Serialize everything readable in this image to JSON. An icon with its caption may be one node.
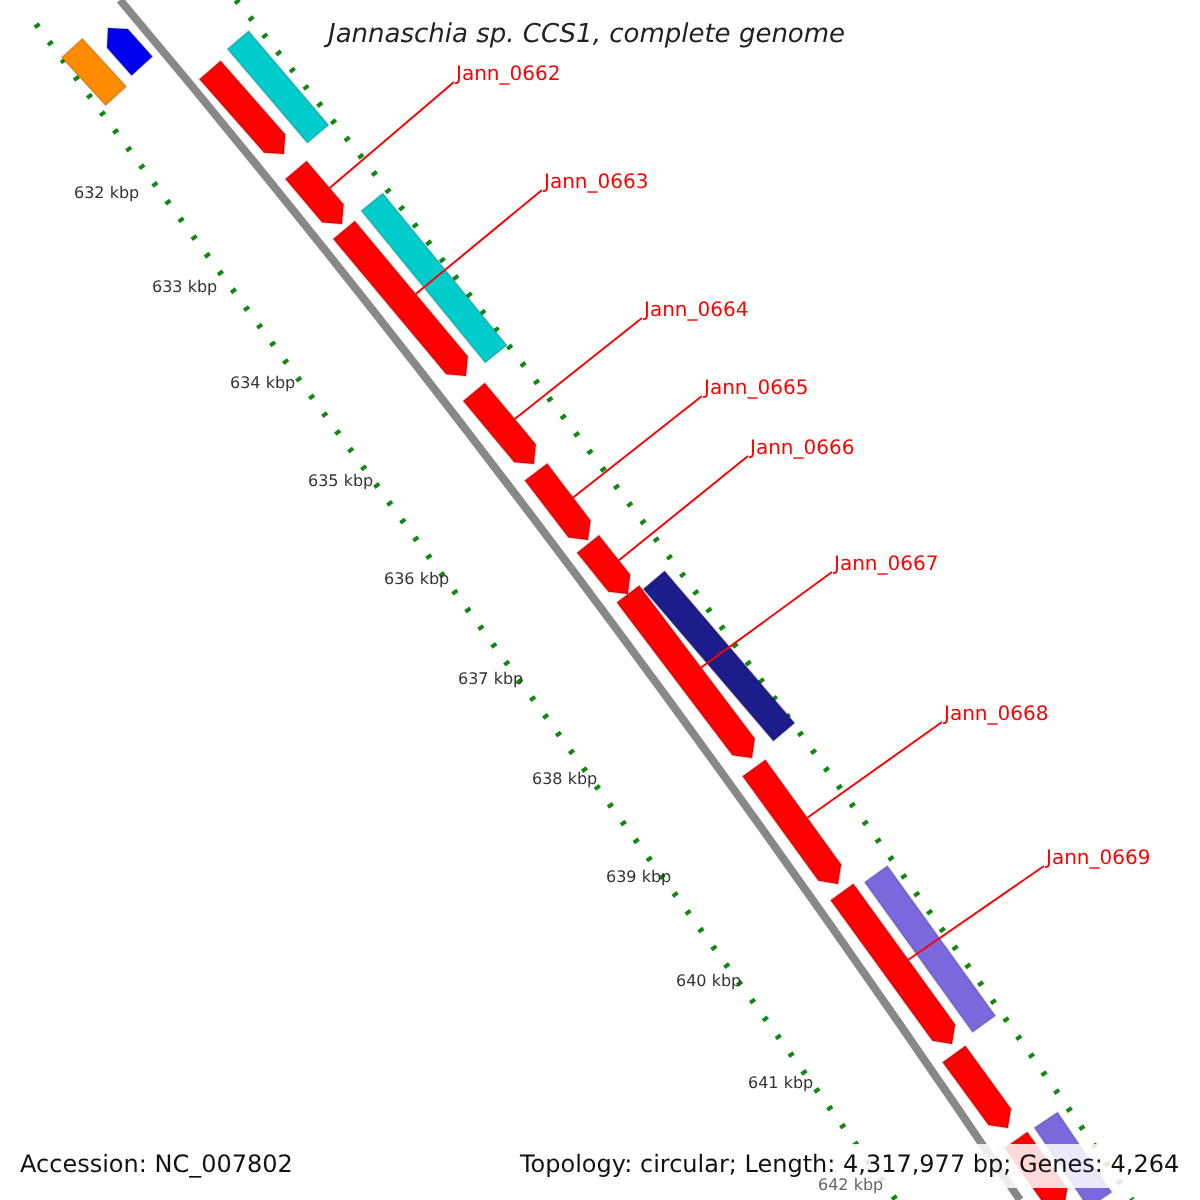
{
  "diagram": {
    "title": "Jannaschia sp. CCS1, complete genome",
    "nodes": [
      {
        "text": [
          "Jann_0662"
        ]
      },
      {
        "text": [
          "Jann_0663"
        ]
      },
      {
        "text": [
          "Jann_0664"
        ]
      },
      {
        "text": [
          "Jann_0665"
        ]
      },
      {
        "text": [
          "Jann_0666"
        ]
      },
      {
        "text": [
          "Jann_0667"
        ]
      },
      {
        "text": [
          "Jann_0668"
        ]
      },
      {
        "text": [
          "Jann_0669"
        ]
      },
      {
        "text": [],
        "shape": "bar"
      },
      {
        "text": [],
        "shape": "arrow"
      },
      {
        "text": [],
        "shape": "arrow"
      },
      {
        "text": [],
        "shape": "bar"
      },
      {
        "text": [],
        "shape": "arrow"
      },
      {
        "text": [],
        "shape": "arrow"
      },
      {
        "text": [],
        "shape": "bar"
      },
      {
        "text": [],
        "shape": "arrow"
      },
      {
        "text": [],
        "shape": "arrow"
      },
      {
        "text": [],
        "shape": "arrow"
      },
      {
        "text": [],
        "shape": "arrow"
      },
      {
        "text": [],
        "shape": "bar"
      },
      {
        "text": [],
        "shape": "arrow"
      },
      {
        "text": [],
        "shape": "arrow"
      },
      {
        "text": [],
        "shape": "bar"
      },
      {
        "text": [],
        "shape": "arrow"
      },
      {
        "text": [],
        "shape": "arrow"
      },
      {
        "text": [],
        "shape": "bar"
      }
    ],
    "edges": [
      {
        "from": 0,
        "to": 12,
        "arrow": "none"
      },
      {
        "from": 1,
        "to": 13,
        "arrow": "none"
      },
      {
        "from": 2,
        "to": 15,
        "arrow": "none"
      },
      {
        "from": 3,
        "to": 16,
        "arrow": "none"
      },
      {
        "from": 4,
        "to": 17,
        "arrow": "none"
      },
      {
        "from": 5,
        "to": 18,
        "arrow": "none"
      },
      {
        "from": 6,
        "to": 20,
        "arrow": "none"
      },
      {
        "from": 7,
        "to": 21,
        "arrow": "none"
      }
    ],
    "labels": [
      "632 kbp",
      "633 kbp",
      "634 kbp",
      "635 kbp",
      "636 kbp",
      "637 kbp",
      "638 kbp",
      "639 kbp",
      "640 kbp",
      "641 kbp",
      "642 kbp",
      "Accession: NC_007802",
      "Topology: circular; Length: 4,317,977 bp; Genes: 4,264"
    ]
  }
}
